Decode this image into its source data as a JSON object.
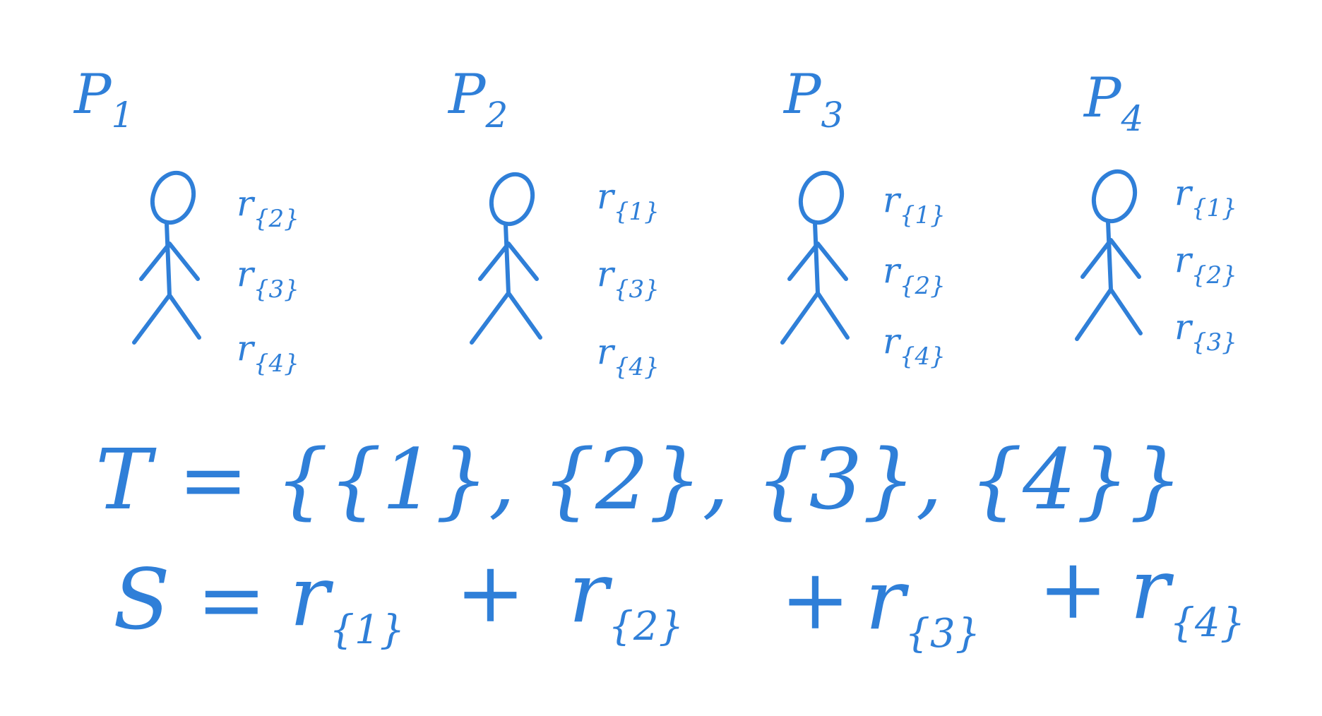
{
  "ink_color": "#2f7fd8",
  "players": [
    {
      "label": "P",
      "sub": "1",
      "rewards": [
        {
          "r": "r",
          "sub": "{2}"
        },
        {
          "r": "r",
          "sub": "{3}"
        },
        {
          "r": "r",
          "sub": "{4}"
        }
      ]
    },
    {
      "label": "P",
      "sub": "2",
      "rewards": [
        {
          "r": "r",
          "sub": "{1}"
        },
        {
          "r": "r",
          "sub": "{3}"
        },
        {
          "r": "r",
          "sub": "{4}"
        }
      ]
    },
    {
      "label": "P",
      "sub": "3",
      "rewards": [
        {
          "r": "r",
          "sub": "{1}"
        },
        {
          "r": "r",
          "sub": "{2}"
        },
        {
          "r": "r",
          "sub": "{4}"
        }
      ]
    },
    {
      "label": "P",
      "sub": "4",
      "rewards": [
        {
          "r": "r",
          "sub": "{1}"
        },
        {
          "r": "r",
          "sub": "{2}"
        },
        {
          "r": "r",
          "sub": "{3}"
        }
      ]
    }
  ],
  "equation_t": "T = {{1}, {2}, {3}, {4}}",
  "equation_s": {
    "lhs": "S =",
    "terms": [
      {
        "r": "r",
        "sub": "{1}"
      },
      {
        "r": "r",
        "sub": "{2}"
      },
      {
        "r": "r",
        "sub": "{3}"
      },
      {
        "r": "r",
        "sub": "{4}"
      }
    ],
    "plus": "+"
  }
}
